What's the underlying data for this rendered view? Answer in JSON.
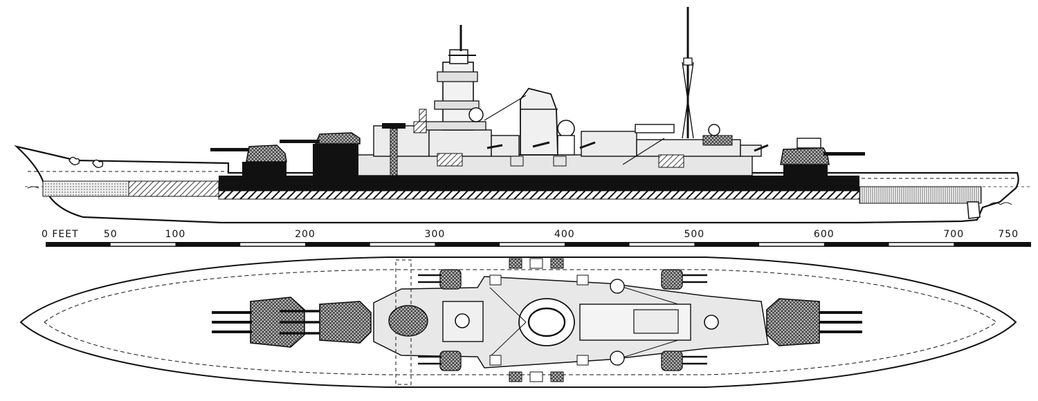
{
  "scale": {
    "unit_label": "0 FEET",
    "ticks": [
      {
        "value": 50,
        "label": "50"
      },
      {
        "value": 100,
        "label": "100"
      },
      {
        "value": 200,
        "label": "200"
      },
      {
        "value": 300,
        "label": "300"
      },
      {
        "value": 400,
        "label": "400"
      },
      {
        "value": 500,
        "label": "500"
      },
      {
        "value": 600,
        "label": "600"
      },
      {
        "value": 700,
        "label": "700"
      },
      {
        "value": 750,
        "label": "750"
      }
    ],
    "max_feet": 750,
    "segment_feet": 50
  },
  "colors": {
    "ink": "#111111",
    "paper": "#ffffff",
    "deck_grey": "#dcdcdc",
    "turret_fill": "#9a9a9a"
  }
}
